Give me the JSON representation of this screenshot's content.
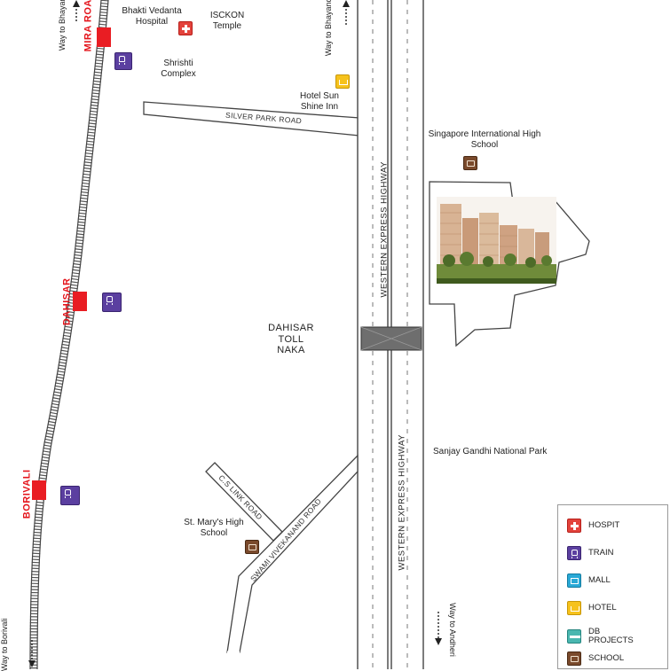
{
  "stations": [
    {
      "name": "MIRA ROAD"
    },
    {
      "name": "DAHISAR"
    },
    {
      "name": "BORIVALI"
    }
  ],
  "directions": {
    "top_left": "Way to Bhayander",
    "top_middle": "Way to Bhayander",
    "bottom_left": "Way to Borivali",
    "bottom_right": "Way to Andheri"
  },
  "landmarks": {
    "bhakti_vedanta": "Bhakti Vedanta Hospital",
    "iskcon": "ISCKON Temple",
    "shrishti": "Shrishti Complex",
    "hotel_sun": "Hotel Sun Shine Inn",
    "singapore_school": "Singapore International High School",
    "toll_naka": "DAHISAR TOLL NAKA",
    "national_park": "Sanjay Gandhi National Park",
    "st_marys": "St. Mary's High School"
  },
  "roads": {
    "silver_park": "SILVER PARK ROAD",
    "western_express_1": "WESTERN EXPRESS HIGHWAY",
    "western_express_2": "WESTERN EXPRESS HIGHWAY",
    "cs_link": "C.S LINK ROAD",
    "swami_vivekanand": "SWAMI VIVEKANAND ROAD"
  },
  "legend": [
    {
      "icon": "hospital-icon",
      "label": "HOSPIT"
    },
    {
      "icon": "train-icon",
      "label": "TRAIN"
    },
    {
      "icon": "mall-icon",
      "label": "MALL"
    },
    {
      "icon": "hotel-icon",
      "label": "HOTEL"
    },
    {
      "icon": "db-projects-icon",
      "label": "DB PROJECTS"
    },
    {
      "icon": "school-icon",
      "label": "SCHOOL"
    }
  ],
  "colors": {
    "station": "#e91d23",
    "hospital": "#e3433c",
    "train": "#5b3fa0",
    "mall": "#29a9d6",
    "hotel": "#f6c21c",
    "db_projects": "#4ab7b0",
    "school": "#7a4a2c",
    "toll_naka": "#666666"
  }
}
